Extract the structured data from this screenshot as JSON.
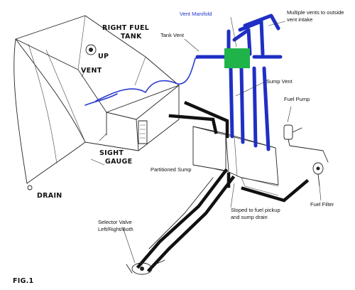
{
  "labels": {
    "right_fuel_tank_line1": "RIGHT FUEL",
    "right_fuel_tank_line2": "TANK",
    "up": "UP",
    "vent": "VENT",
    "sight_gauge_line1": "SIGHT",
    "sight_gauge_line2": "GAUGE",
    "drain": "DRAIN",
    "fig": "FIG.1",
    "vent_manifold": "Vent Manifold",
    "multiple_vents_line1": "Multiple vents to outside",
    "multiple_vents_line2": "vent intake",
    "tank_vent": "Tank Vent",
    "sump_vent": "Sump Vent",
    "fuel_pump": "Fuel Pump",
    "partitioned_sump": "Partitioned Sump",
    "sloped_line1": "Sloped to fuel pickup",
    "sloped_line2": "and sump drain",
    "fuel_filter": "Fuel Filter",
    "selector_line1": "Selector Valve",
    "selector_line2": "Left/Right/Both"
  },
  "colors": {
    "vent_line": "#1f2fc4",
    "manifold": "#1fb34a",
    "fuel_line": "#111111"
  }
}
